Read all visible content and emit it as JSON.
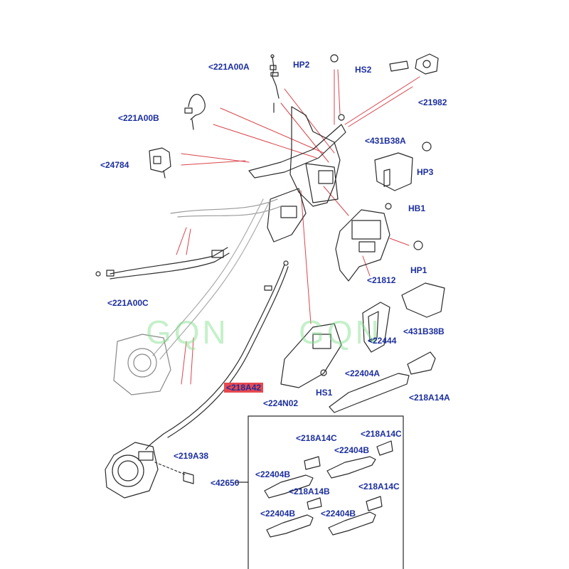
{
  "colors": {
    "label": "#1c2f9e",
    "leader_red": "#d9454d",
    "part_stroke": "#2a2a2a",
    "highlight": "#e8484f",
    "watermark": "#7ee08a"
  },
  "watermark": {
    "text_left": "GQN",
    "text_right": "GQN"
  },
  "callouts": {
    "c221A00A": "<221A00A",
    "cHP2": "HP2",
    "cHS2": "HS2",
    "c21982": "<21982",
    "c221A00B": "<221A00B",
    "c431B38A": "<431B38A",
    "cHP3": "HP3",
    "c24784": "<24784",
    "cHB1": "HB1",
    "cHP1": "HP1",
    "c21812": "<21812",
    "c221A00C": "<221A00C",
    "c431B38B": "<431B38B",
    "c22444": "<22444",
    "c22404A": "<22404A",
    "cHS1": "HS1",
    "c218A42": "<218A42",
    "c218A14A": "<218A14A",
    "c224N02": "<224N02",
    "c219A38": "<219A38",
    "c42650": "<42650",
    "inset_218A14C_1": "<218A14C",
    "inset_218A14C_2": "<218A14C",
    "inset_22404B_1": "<22404B",
    "inset_22404B_2": "<22404B",
    "inset_22404B_3": "<22404B",
    "inset_22404B_4": "<22404B",
    "inset_218A14B": "<218A14B",
    "inset_218A14C_3": "<218A14C"
  }
}
